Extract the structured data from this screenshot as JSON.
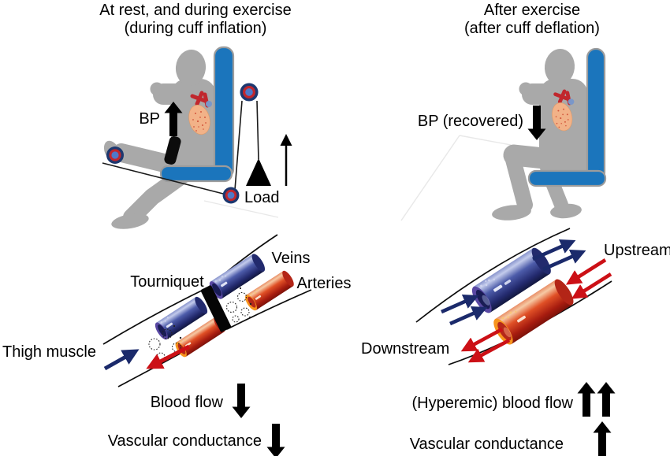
{
  "figure": {
    "type": "physiology-diagram",
    "panels": {
      "left": {
        "title1": "At rest, and during exercise",
        "title2": "(during cuff inflation)",
        "bp_label": "BP",
        "bp_arrow_direction": "up",
        "load_label": "Load",
        "load_arrow_direction": "up",
        "tourniquet_label": "Tourniquet",
        "veins_label": "Veins",
        "arteries_label": "Arteries",
        "thigh_muscle_label": "Thigh muscle",
        "blood_flow_label": "Blood flow",
        "blood_flow_arrow": "down",
        "vascular_conductance_label": "Vascular conductance",
        "vascular_conductance_arrow": "down"
      },
      "right": {
        "title1": "After exercise",
        "title2": "(after cuff deflation)",
        "bp_label": "BP (recovered)",
        "bp_arrow_direction": "down",
        "upstream_label": "Upstream",
        "downstream_label": "Downstream",
        "blood_flow_label": "(Hyperemic) blood flow",
        "blood_flow_arrow": "up up",
        "vascular_conductance_label": "Vascular conductance",
        "vascular_conductance_arrow": "up"
      }
    },
    "colors": {
      "chair_blue": "#1b75bc",
      "silhouette_gray": "#a9a9a9",
      "vein_navy": "#232a6e",
      "vein_rim_purple": "#5948a3",
      "artery_red": "#c9301c",
      "artery_rim_orange": "#f7941d",
      "arrow_navy": "#1b2a6b",
      "arrow_red": "#cc1016",
      "pulley_ring_red": "#c1272d",
      "pulley_center_blue": "#4f79c9",
      "heart_body": "#f2b288",
      "black": "#000000"
    }
  }
}
